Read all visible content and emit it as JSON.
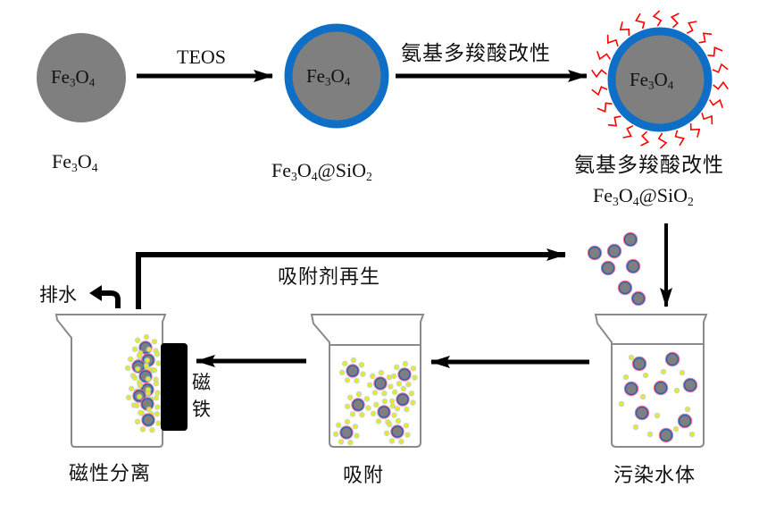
{
  "title": "Amino polycarboxylic acid modified Fe3O4@SiO2 adsorbent preparation and use",
  "colors": {
    "core": "#7f7f7f",
    "silica_shell": "#0f6fc6",
    "ligand": "#ff0000",
    "pollutant": "#e8e82a",
    "arrow": "#000000",
    "magnet": "#000000",
    "beaker": "#808080"
  },
  "synthesis": {
    "particle1": {
      "core_label": {
        "el1": "Fe",
        "n1": "3",
        "el2": "O",
        "n2": "4"
      },
      "caption": {
        "el1": "Fe",
        "n1": "3",
        "el2": "O",
        "n2": "4"
      }
    },
    "arrow1_label": "TEOS",
    "particle2": {
      "core_label": {
        "el1": "Fe",
        "n1": "3",
        "el2": "O",
        "n2": "4"
      },
      "caption": {
        "el1": "Fe",
        "n1": "3",
        "el2": "O",
        "n2": "4",
        "at": "@SiO",
        "n3": "2"
      }
    },
    "arrow2_label": "氨基多羧酸改性",
    "particle3": {
      "core_label": {
        "el1": "Fe",
        "n1": "3",
        "el2": "O",
        "n2": "4"
      },
      "caption_line1": "氨基多羧酸改性",
      "caption_line2": {
        "el1": "Fe",
        "n1": "3",
        "el2": "O",
        "n2": "4",
        "at": "@SiO",
        "n3": "2"
      }
    }
  },
  "process": {
    "regeneration_label": "吸附剂再生",
    "drain_label": "排水",
    "magnet_label_1": "磁",
    "magnet_label_2": "铁",
    "beakers": [
      {
        "id": "separation",
        "caption": "磁性分离"
      },
      {
        "id": "adsorption",
        "caption": "吸附"
      },
      {
        "id": "polluted-water",
        "caption": "污染水体"
      }
    ]
  }
}
